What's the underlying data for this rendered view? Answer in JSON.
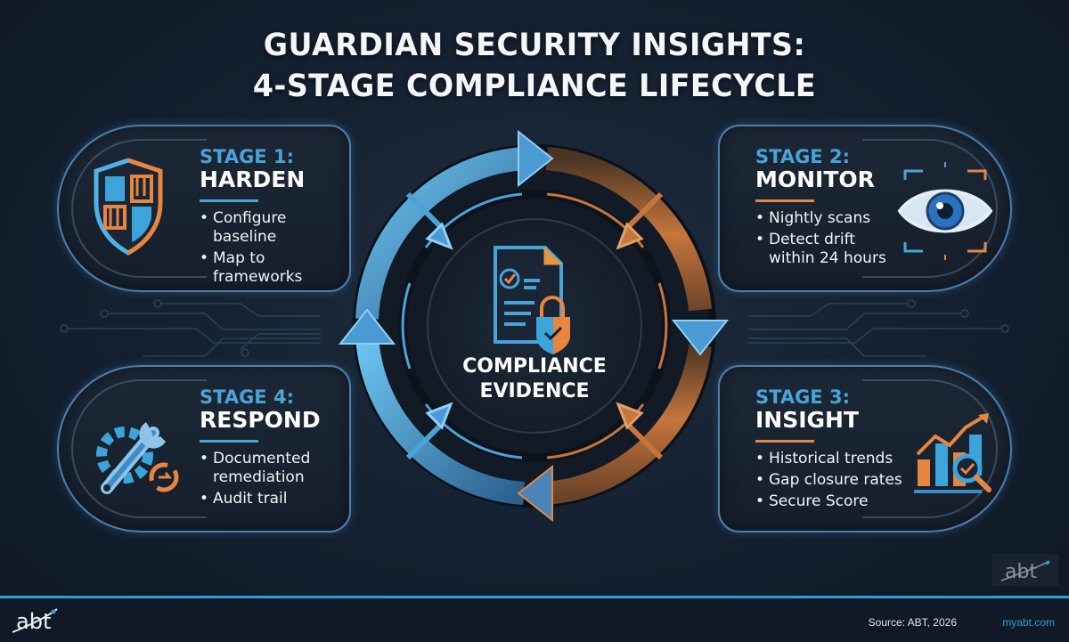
{
  "title": {
    "line1": "GUARDIAN SECURITY INSIGHTS:",
    "line2": "4-STAGE COMPLIANCE LIFECYCLE"
  },
  "center": {
    "line1": "COMPLIANCE",
    "line2": "EVIDENCE",
    "icon": "document-lock-check-icon"
  },
  "stages": [
    {
      "label": "STAGE 1:",
      "name": "HARDEN",
      "icon": "shield-icon",
      "accent": "#4aa3d8",
      "bullets": [
        "Configure baseline",
        "Map to frameworks"
      ]
    },
    {
      "label": "STAGE 2:",
      "name": "MONITOR",
      "icon": "eye-scan-icon",
      "accent": "#e0874a",
      "bullets": [
        "Nightly scans",
        "Detect drift within 24 hours"
      ]
    },
    {
      "label": "STAGE 3:",
      "name": "INSIGHT",
      "icon": "chart-magnifier-icon",
      "accent": "#e0874a",
      "bullets": [
        "Historical trends",
        "Gap closure rates",
        "Secure Score"
      ]
    },
    {
      "label": "STAGE 4:",
      "name": "RESPOND",
      "icon": "wrench-gear-icon",
      "accent": "#4aa3d8",
      "bullets": [
        "Documented remediation",
        "Audit trail"
      ]
    }
  ],
  "footer": {
    "logo": "abt",
    "source": "Source: ABT, 2026",
    "site": "myabt.com"
  },
  "colors": {
    "blue": "#4aa3d8",
    "orange": "#e0874a",
    "background": "#152232",
    "footer_line": "#2a9fd6"
  }
}
